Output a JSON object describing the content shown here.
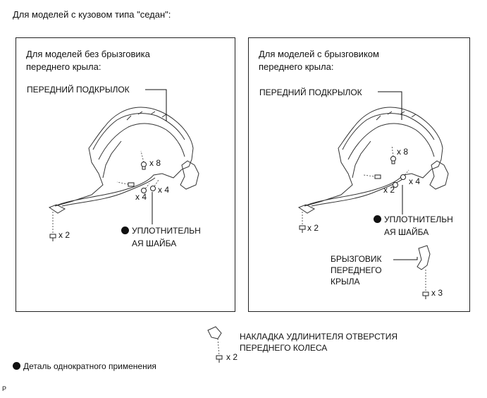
{
  "header": "Для моделей с кузовом типа \"седан\":",
  "left_panel": {
    "title_line1": "Для моделей без брызговика",
    "title_line2": "переднего крыла:",
    "liner_label": "ПЕРЕДНИЙ ПОДКРЫЛОК",
    "qty_top": "x 8",
    "qty_mid_left": "x 4",
    "qty_mid_right": "x 4",
    "qty_bottom": "x 2",
    "seal_line1": "УПЛОТНИТЕЛЬН",
    "seal_line2": "АЯ ШАЙБА"
  },
  "right_panel": {
    "title_line1": "Для моделей с брызговиком",
    "title_line2": "переднего крыла:",
    "liner_label": "ПЕРЕДНИЙ ПОДКРЫЛОК",
    "qty_top": "x 8",
    "qty_mid_left": "x 2",
    "qty_mid_right": "x 4",
    "qty_bottom": "x 2",
    "seal_line1": "УПЛОТНИТЕЛЬН",
    "seal_line2": "АЯ ШАЙБА",
    "flap_line1": "БРЫЗГОВИК",
    "flap_line2": "ПЕРЕДНЕГО",
    "flap_line3": "КРЫЛА",
    "flap_qty": "x 3"
  },
  "cover": {
    "line1": "НАКЛАДКА УДЛИНИТЕЛЯ ОТВЕРСТИЯ",
    "line2": "ПЕРЕДНЕГО КОЛЕСА",
    "qty": "x 2"
  },
  "legend": "Деталь однократного применения",
  "corner_mark": "P"
}
